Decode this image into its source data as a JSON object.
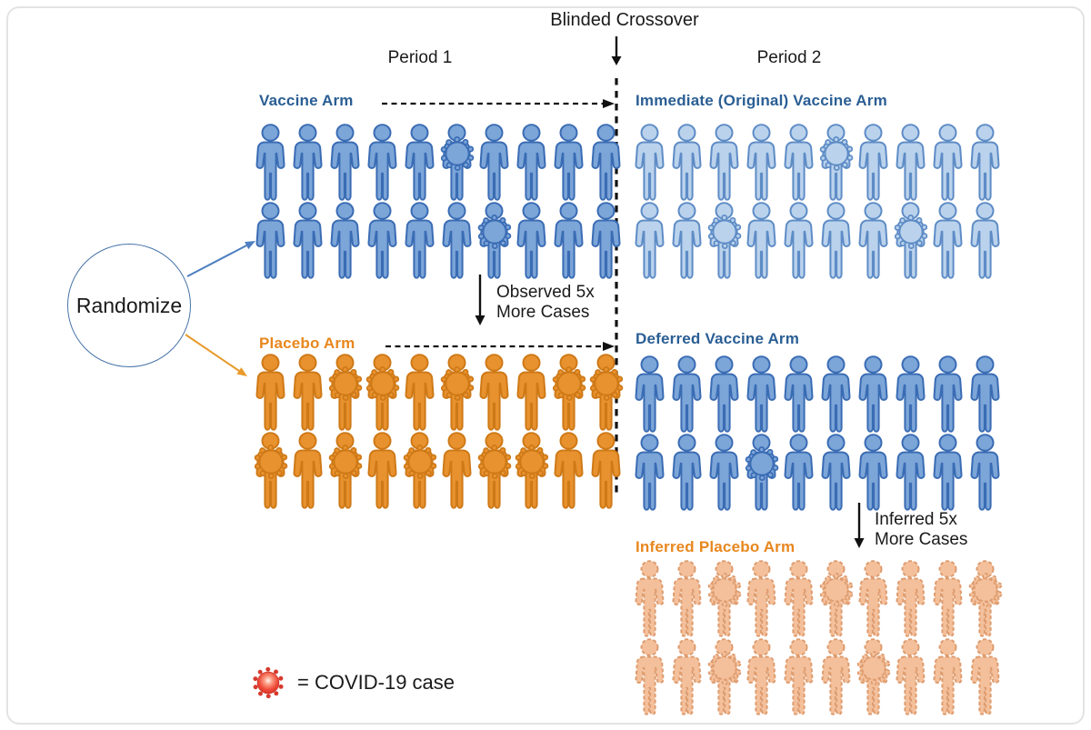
{
  "title": "Blinded Crossover",
  "period1_label": "Period 1",
  "period2_label": "Period 2",
  "randomize_label": "Randomize",
  "observed_note": {
    "line1": "Observed 5x",
    "line2": "More Cases"
  },
  "inferred_note": {
    "line1": "Inferred 5x",
    "line2": "More Cases"
  },
  "legend": {
    "icon": "virus-icon",
    "label": "= COVID-19 case"
  },
  "colors": {
    "vaccine_fill": "#7CA5D8",
    "vaccine_stroke": "#3A6CB4",
    "immediate_fill": "#BAD2EC",
    "immediate_stroke": "#5E8CC6",
    "placebo_fill": "#E8922F",
    "placebo_stroke": "#CE7917",
    "inferred_fill": "#F4C09B",
    "inferred_stroke": "#DD9B6E",
    "vaccine_label_color": "#2A5E94",
    "placebo_label_color": "#E8871E",
    "virus_red": "#D93226",
    "arrow_blue": "#4E7FC0",
    "arrow_orange": "#E89A2B",
    "divider_black": "#111111"
  },
  "arms": {
    "vaccine_p1": {
      "label": "Vaccine Arm",
      "style": "blue",
      "rows": [
        {
          "count": 10,
          "cases": [
            5
          ]
        },
        {
          "count": 10,
          "cases": [
            6
          ]
        }
      ]
    },
    "placebo_p1": {
      "label": "Placebo Arm",
      "style": "orange",
      "rows": [
        {
          "count": 10,
          "cases": [
            2,
            3,
            5,
            8,
            9
          ]
        },
        {
          "count": 10,
          "cases": [
            0,
            2,
            4,
            6,
            7
          ]
        }
      ]
    },
    "immediate_p2": {
      "label": "Immediate (Original) Vaccine Arm",
      "style": "lightblue",
      "rows": [
        {
          "count": 10,
          "cases": [
            5
          ]
        },
        {
          "count": 10,
          "cases": [
            2,
            7
          ]
        }
      ]
    },
    "deferred_p2": {
      "label": "Deferred Vaccine Arm",
      "style": "blue",
      "rows": [
        {
          "count": 10,
          "cases": []
        },
        {
          "count": 10,
          "cases": [
            3
          ]
        }
      ]
    },
    "inferred_p2": {
      "label": "Inferred Placebo Arm",
      "style": "peach",
      "rows": [
        {
          "count": 10,
          "cases": [
            2,
            5,
            9
          ]
        },
        {
          "count": 10,
          "cases": [
            2,
            6
          ]
        }
      ]
    }
  }
}
